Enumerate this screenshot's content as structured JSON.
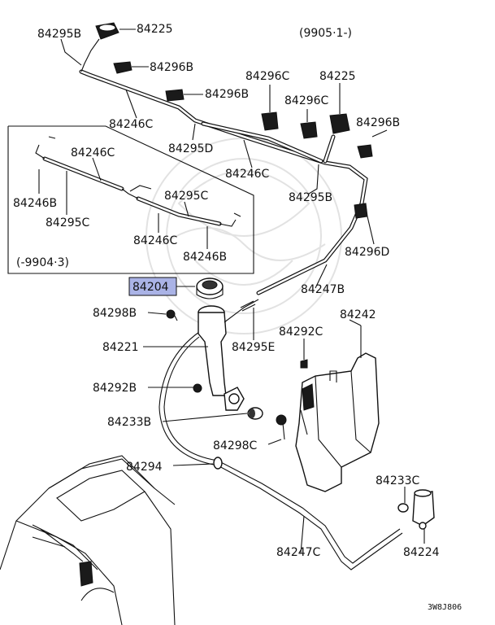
{
  "header": {
    "date_range": "(9905·1-)"
  },
  "inset": {
    "date_range": "(-9904·3)"
  },
  "footer": {
    "code": "3W8J806"
  },
  "colors": {
    "highlight": "#aab3e6",
    "ink": "#111111"
  },
  "labels": {
    "p84295B_top": "84295B",
    "p84225_left": "84225",
    "p84296B_a": "84296B",
    "p84296B_b": "84296B",
    "p84296C_a": "84296C",
    "p84225_right": "84225",
    "p84296C_b": "84296C",
    "p84296B_c": "84296B",
    "p84246C_a": "84246C",
    "p84295D": "84295D",
    "p84246C_b": "84246C",
    "p84295B_right": "84295B",
    "p84296D": "84296D",
    "p84246C_in1": "84246C",
    "p84246B_in1": "84246B",
    "p84295C_in1": "84295C",
    "p84295C_in2": "84295C",
    "p84246C_in2": "84246C",
    "p84246B_in2": "84246B",
    "p84204": "84204",
    "p84247B": "84247B",
    "p84298B": "84298B",
    "p84242": "84242",
    "p84292C": "84292C",
    "p84221": "84221",
    "p84295E": "84295E",
    "p84292B": "84292B",
    "p84233B": "84233B",
    "p84298C": "84298C",
    "p84294": "84294",
    "p84233C": "84233C",
    "p84247C": "84247C",
    "p84224": "84224"
  }
}
